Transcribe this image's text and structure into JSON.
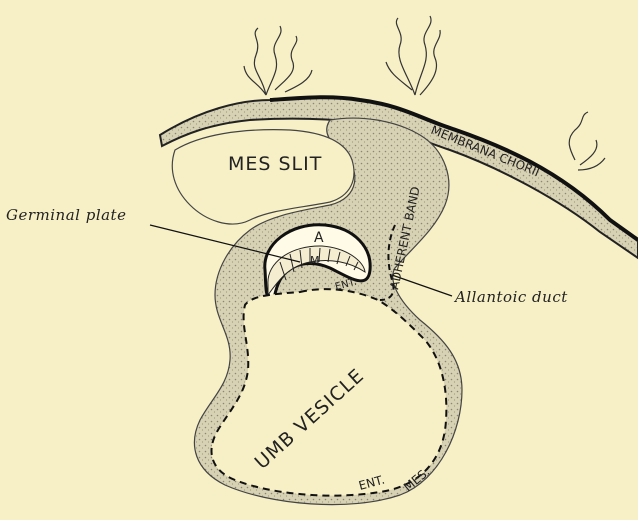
{
  "labels": {
    "mes_slit": "MES SLIT",
    "membrana": "MEMBRANA CHORII",
    "adherent_band": "ADHERENT BAND",
    "germinal_plate": "Germinal plate",
    "allantoic_duct": "Allantoic duct",
    "umb_vesicle": "UMB VESICLE",
    "a": "A",
    "m": "M",
    "ent_top": "ENT.",
    "ent_bottom": "ENT.",
    "mes": "MES."
  }
}
